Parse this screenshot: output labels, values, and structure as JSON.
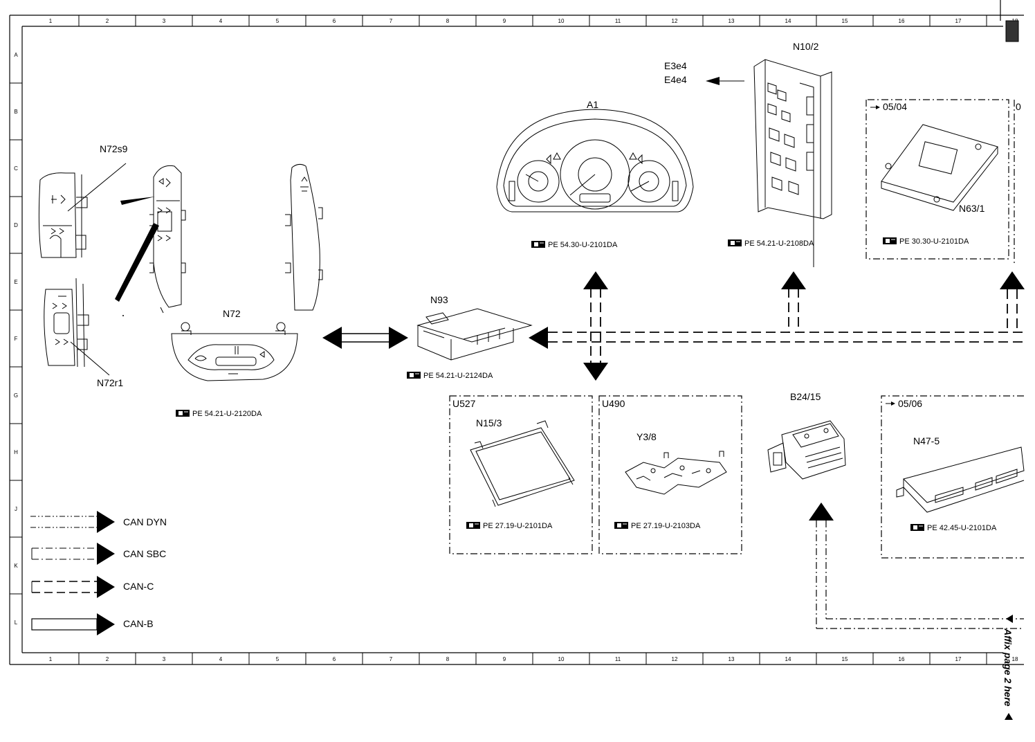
{
  "grid": {
    "columns": [
      "1",
      "2",
      "3",
      "4",
      "5",
      "6",
      "7",
      "8",
      "9",
      "10",
      "11",
      "12",
      "13",
      "14",
      "15",
      "16",
      "17",
      "18"
    ],
    "rows": [
      "A",
      "B",
      "C",
      "D",
      "E",
      "F",
      "G",
      "H",
      "J",
      "K",
      "L"
    ]
  },
  "components": {
    "n72s9": "N72s9",
    "n72r1": "N72r1",
    "n72": "N72",
    "n93": "N93",
    "a1": "A1",
    "n10_2": "N10/2",
    "e3e4": "E3e4",
    "e4e4": "E4e4",
    "n63_1": "N63/1",
    "box_0504": "05/04",
    "box_0504_partial": "0",
    "u527": "U527",
    "n15_3": "N15/3",
    "u490": "U490",
    "y3_8": "Y3/8",
    "b24_15": "B24/15",
    "box_0506": "05/06",
    "n47_5": "N47-5"
  },
  "refs": {
    "n72": "PE 54.21-U-2120DA",
    "n93": "PE 54.21-U-2124DA",
    "a1": "PE 54.30-U-2101DA",
    "n10_2": "PE 54.21-U-2108DA",
    "n63_1": "PE 30.30-U-2101DA",
    "n15_3": "PE 27.19-U-2101DA",
    "y3_8": "PE 27.19-U-2103DA",
    "n47_5": "PE 42.45-U-2101DA"
  },
  "legend": [
    {
      "label": "CAN DYN"
    },
    {
      "label": "CAN SBC"
    },
    {
      "label": "CAN-C"
    },
    {
      "label": "CAN-B"
    }
  ],
  "affix_note": "Affix page 2 here"
}
